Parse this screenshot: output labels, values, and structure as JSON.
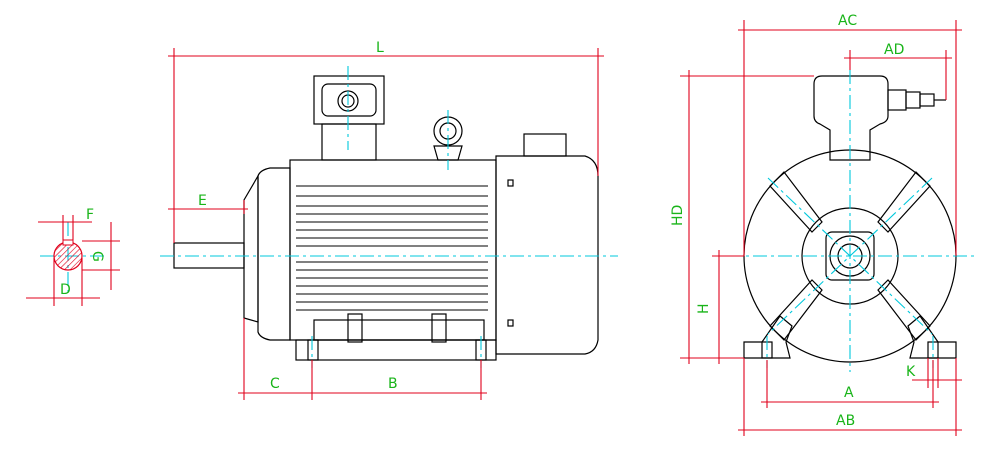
{
  "figure": "electric motor outline dimension drawing",
  "shaft_end_view": {
    "labels": {
      "F": "F",
      "G": "G",
      "D": "D"
    }
  },
  "side_view": {
    "labels": {
      "L": "L",
      "E": "E",
      "C": "C",
      "B": "B"
    }
  },
  "front_view": {
    "labels": {
      "AC": "AC",
      "AD": "AD",
      "HD": "HD",
      "H": "H",
      "A": "A",
      "AB": "AB",
      "K": "K"
    }
  },
  "colors": {
    "outline": "#000000",
    "dimension_lines": "#e0001b",
    "center_lines": "#00c8dc",
    "labels": "#19b419"
  }
}
